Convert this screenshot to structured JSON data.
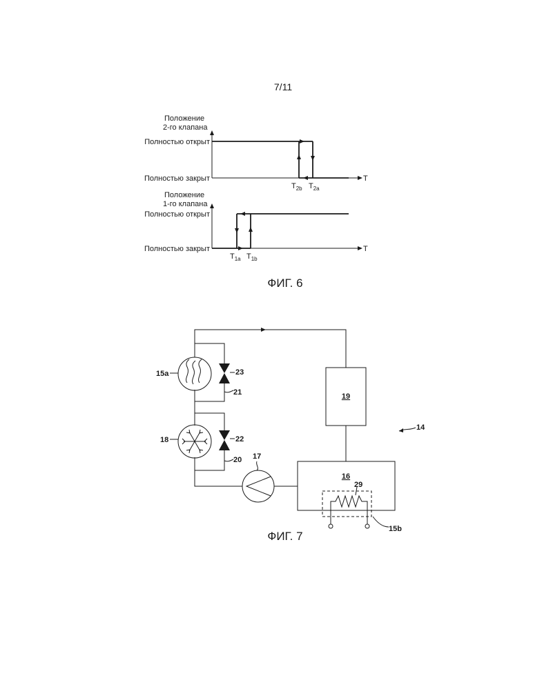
{
  "page_number": "7/11",
  "fig6": {
    "caption": "ФИГ. 6",
    "top": {
      "title_line1": "Положение",
      "title_line2": "2-го клапана",
      "open_label": "Полностью открыт",
      "closed_label": "Полностью закрыт",
      "axis_label": "T",
      "t_left_main": "T",
      "t_left_sub": "2b",
      "t_right_main": "T",
      "t_right_sub": "2a"
    },
    "bottom": {
      "title_line1": "Положение",
      "title_line2": "1-го клапана",
      "open_label": "Полностью открыт",
      "closed_label": "Полностью закрыт",
      "axis_label": "T",
      "t_left_main": "T",
      "t_left_sub": "1a",
      "t_right_main": "T",
      "t_right_sub": "1b"
    }
  },
  "fig7": {
    "caption": "ФИГ. 7",
    "labels": {
      "heater_exchanger": "15a",
      "valve_top": "23",
      "bypass_top": "21",
      "cooler_exchanger": "18",
      "valve_bottom": "22",
      "bypass_bottom": "20",
      "pump": "17",
      "block_19": "19",
      "system": "14",
      "tank": "16",
      "heater_element": "29",
      "electric_heater": "15b"
    }
  }
}
